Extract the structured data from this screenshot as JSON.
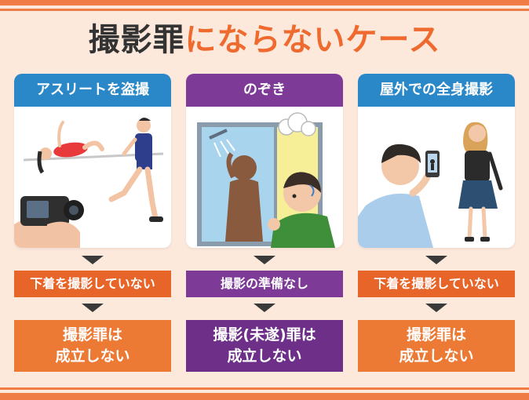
{
  "title": {
    "part1": "撮影罪",
    "part2": "にならないケース"
  },
  "colors": {
    "background": "#fde9dc",
    "stripe": "#ef7b45",
    "title_dark": "#333333",
    "title_accent": "#ef6a2e",
    "blue_header": "#2b88c8",
    "purple_header": "#7d3a97",
    "orange_condition": "#e8652a",
    "orange_result": "#ed7a34",
    "purple_result": "#6e2f88"
  },
  "cases": [
    {
      "header": "アスリートを盗撮",
      "condition": "下着を撮影していない",
      "result_line1": "撮影罪は",
      "result_line2": "成立しない"
    },
    {
      "header": "のぞき",
      "condition": "撮影の準備なし",
      "result_line1": "撮影(未遂)罪は",
      "result_line2": "成立しない"
    },
    {
      "header": "屋外での全身撮影",
      "condition": "下着を撮影していない",
      "result_line1": "撮影罪は",
      "result_line2": "成立しない"
    }
  ]
}
